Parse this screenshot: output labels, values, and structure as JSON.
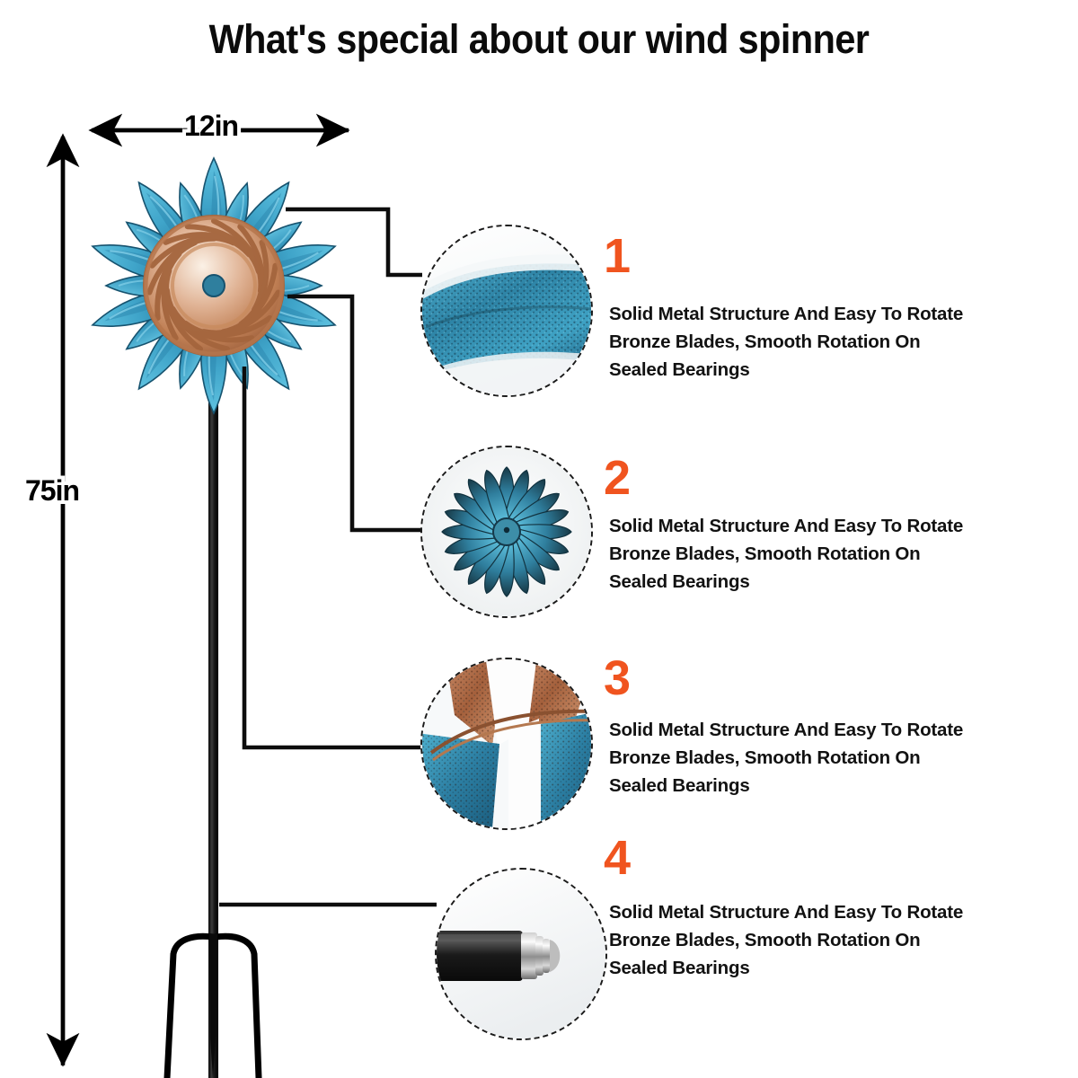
{
  "page": {
    "title": "What's special about our wind spinner",
    "background_color": "#ffffff",
    "accent_color": "#f0541f",
    "text_color": "#121212"
  },
  "dimensions": {
    "width_label": "12in",
    "height_label": "75in"
  },
  "product": {
    "name": "wind spinner",
    "petal_color": "#3fa8cc",
    "petal_color_dark": "#1d6f92",
    "hub_color": "#c98a63",
    "hub_color_light": "#e9c4a8",
    "pole_color": "#1b1b1b"
  },
  "callouts": [
    {
      "number": "1",
      "lines": [
        "Solid Metal Structure And Easy To Rotate",
        "Bronze Blades, Smooth Rotation On",
        "Sealed Bearings"
      ],
      "photo": "blade-texture-closeup"
    },
    {
      "number": "2",
      "lines": [
        "Solid Metal Structure And Easy To Rotate",
        "Bronze Blades, Smooth Rotation On",
        "Sealed Bearings"
      ],
      "photo": "rear-rotor-closeup"
    },
    {
      "number": "3",
      "lines": [
        "Solid Metal Structure And Easy To Rotate",
        "Bronze Blades, Smooth Rotation On",
        "Sealed Bearings"
      ],
      "photo": "bronze-and-blue-blades-closeup"
    },
    {
      "number": "4",
      "lines": [
        "Solid Metal Structure And Easy To Rotate",
        "Bronze Blades, Smooth Rotation On",
        "Sealed Bearings"
      ],
      "photo": "pole-connector-closeup"
    }
  ]
}
